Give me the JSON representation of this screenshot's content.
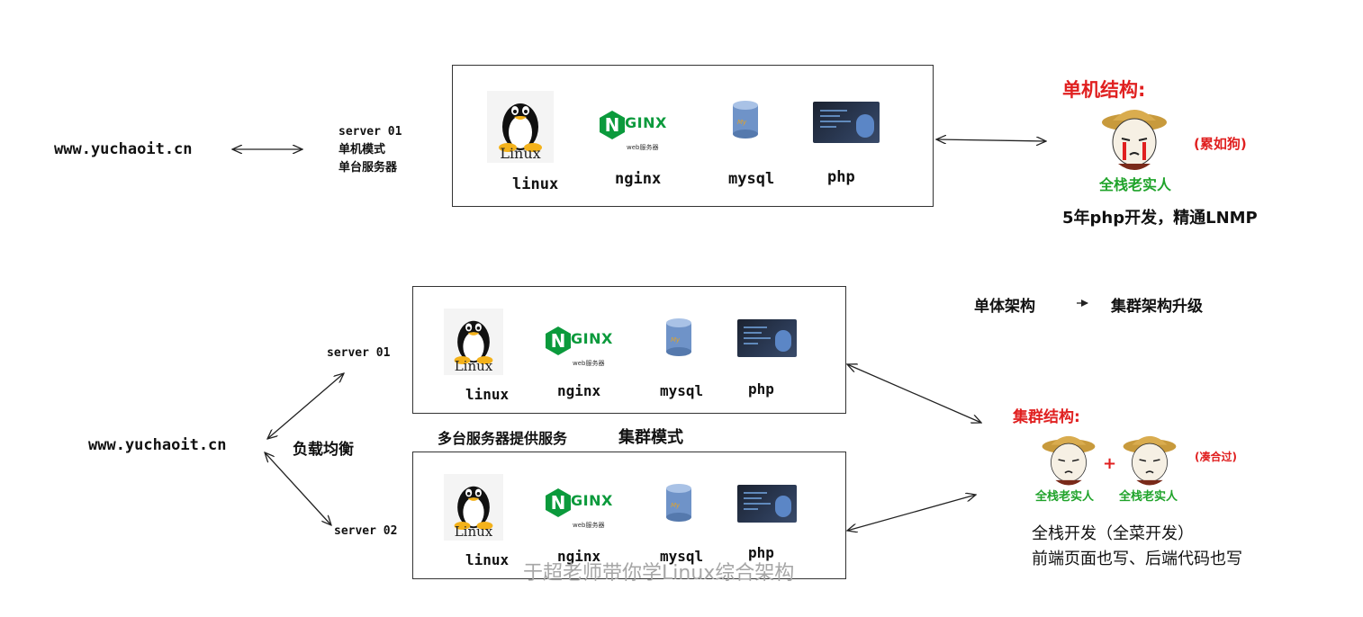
{
  "top": {
    "domain": "www.yuchaoit.cn",
    "server_lines": [
      "server 01",
      "单机模式",
      "单台服务器"
    ],
    "stack_labels": [
      "linux",
      "nginx",
      "mysql",
      "php"
    ],
    "title": "单机结构:",
    "person": "全栈老实人",
    "note": "(累如狗)",
    "caption": "5年php开发，精通LNMP"
  },
  "middle": {
    "upgrade_from": "单体架构",
    "upgrade_to": "集群架构升级"
  },
  "bottom": {
    "domain": "www.yuchaoit.cn",
    "load_balance": "负载均衡",
    "server1": "server 01",
    "server2": "server 02",
    "stack_labels_1": [
      "linux",
      "nginx",
      "mysql",
      "php"
    ],
    "stack_labels_2": [
      "linux",
      "nginx",
      "mysql",
      "php"
    ],
    "multi_server": "多台服务器提供服务",
    "cluster_mode": "集群模式",
    "title": "集群结构:",
    "person_1": "全栈老实人",
    "plus": "+",
    "person_2": "全栈老实人",
    "note": "(凑合过)",
    "caption_1": "全栈开发（全菜开发）",
    "caption_2": "前端页面也写、后端代码也写"
  },
  "icons": {
    "linux_word": "Linux",
    "nginx_letter": "N",
    "nginx_word": "GINX",
    "nginx_sub": "web服务器",
    "mysql_word": "My"
  },
  "watermark": "于超老师带你学Linux综合架构",
  "colors": {
    "accent_red": "#e02020",
    "nginx_green": "#0b9a3c",
    "person_green": "#1fa32a"
  }
}
